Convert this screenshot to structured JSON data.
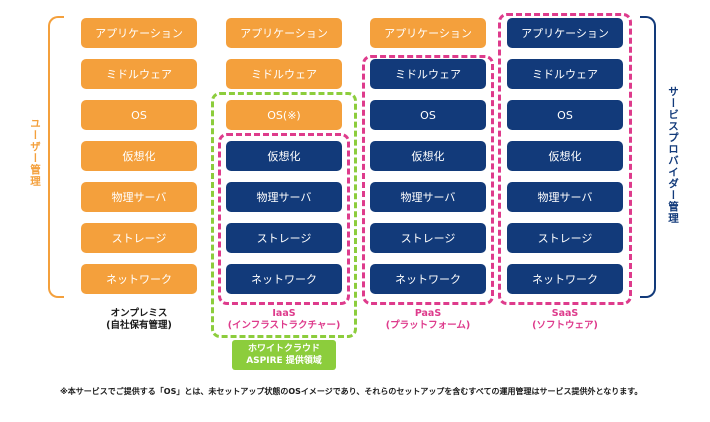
{
  "layers": [
    "アプリケーション",
    "ミドルウェア",
    "OS",
    "仮想化",
    "物理サーバ",
    "ストレージ",
    "ネットワーク"
  ],
  "columns": [
    {
      "id": "onpremise",
      "label_line1": "オンプレミス",
      "label_line2": "(自社保有管理)",
      "cells": [
        "アプリケーション",
        "ミドルウェア",
        "OS",
        "仮想化",
        "物理サーバ",
        "ストレージ",
        "ネットワーク"
      ],
      "provider_managed_from": 7
    },
    {
      "id": "iaas",
      "label_line1": "IaaS",
      "label_line2": "(インフラストラクチャー)",
      "cells": [
        "アプリケーション",
        "ミドルウェア",
        "OS(※)",
        "仮想化",
        "物理サーバ",
        "ストレージ",
        "ネットワーク"
      ],
      "provider_managed_from": 3
    },
    {
      "id": "paas",
      "label_line1": "PaaS",
      "label_line2": "(プラットフォーム)",
      "cells": [
        "アプリケーション",
        "ミドルウェア",
        "OS",
        "仮想化",
        "物理サーバ",
        "ストレージ",
        "ネットワーク"
      ],
      "provider_managed_from": 1
    },
    {
      "id": "saas",
      "label_line1": "SaaS",
      "label_line2": "(ソフトウェア)",
      "cells": [
        "アプリケーション",
        "ミドルウェア",
        "OS",
        "仮想化",
        "物理サーバ",
        "ストレージ",
        "ネットワーク"
      ],
      "provider_managed_from": 0
    }
  ],
  "left_side_label": "ユーザー管理",
  "right_side_label": "サービスプロバイダー管理",
  "aspire_badge_line1": "ホワイトクラウド",
  "aspire_badge_line2": "ASPIRE 提供領域",
  "footnote": "※本サービスでご提供する「OS」とは、未セットアップ状態のOSイメージであり、それらのセットアップを含むすべての運用管理はサービス提供外となります。",
  "colors": {
    "user_managed": "#f4a03c",
    "provider_managed": "#123a7a",
    "service_scope_border": "#de3b8c",
    "aspire_scope": "#8ccd3c",
    "side_bracket": "#123a7a"
  }
}
